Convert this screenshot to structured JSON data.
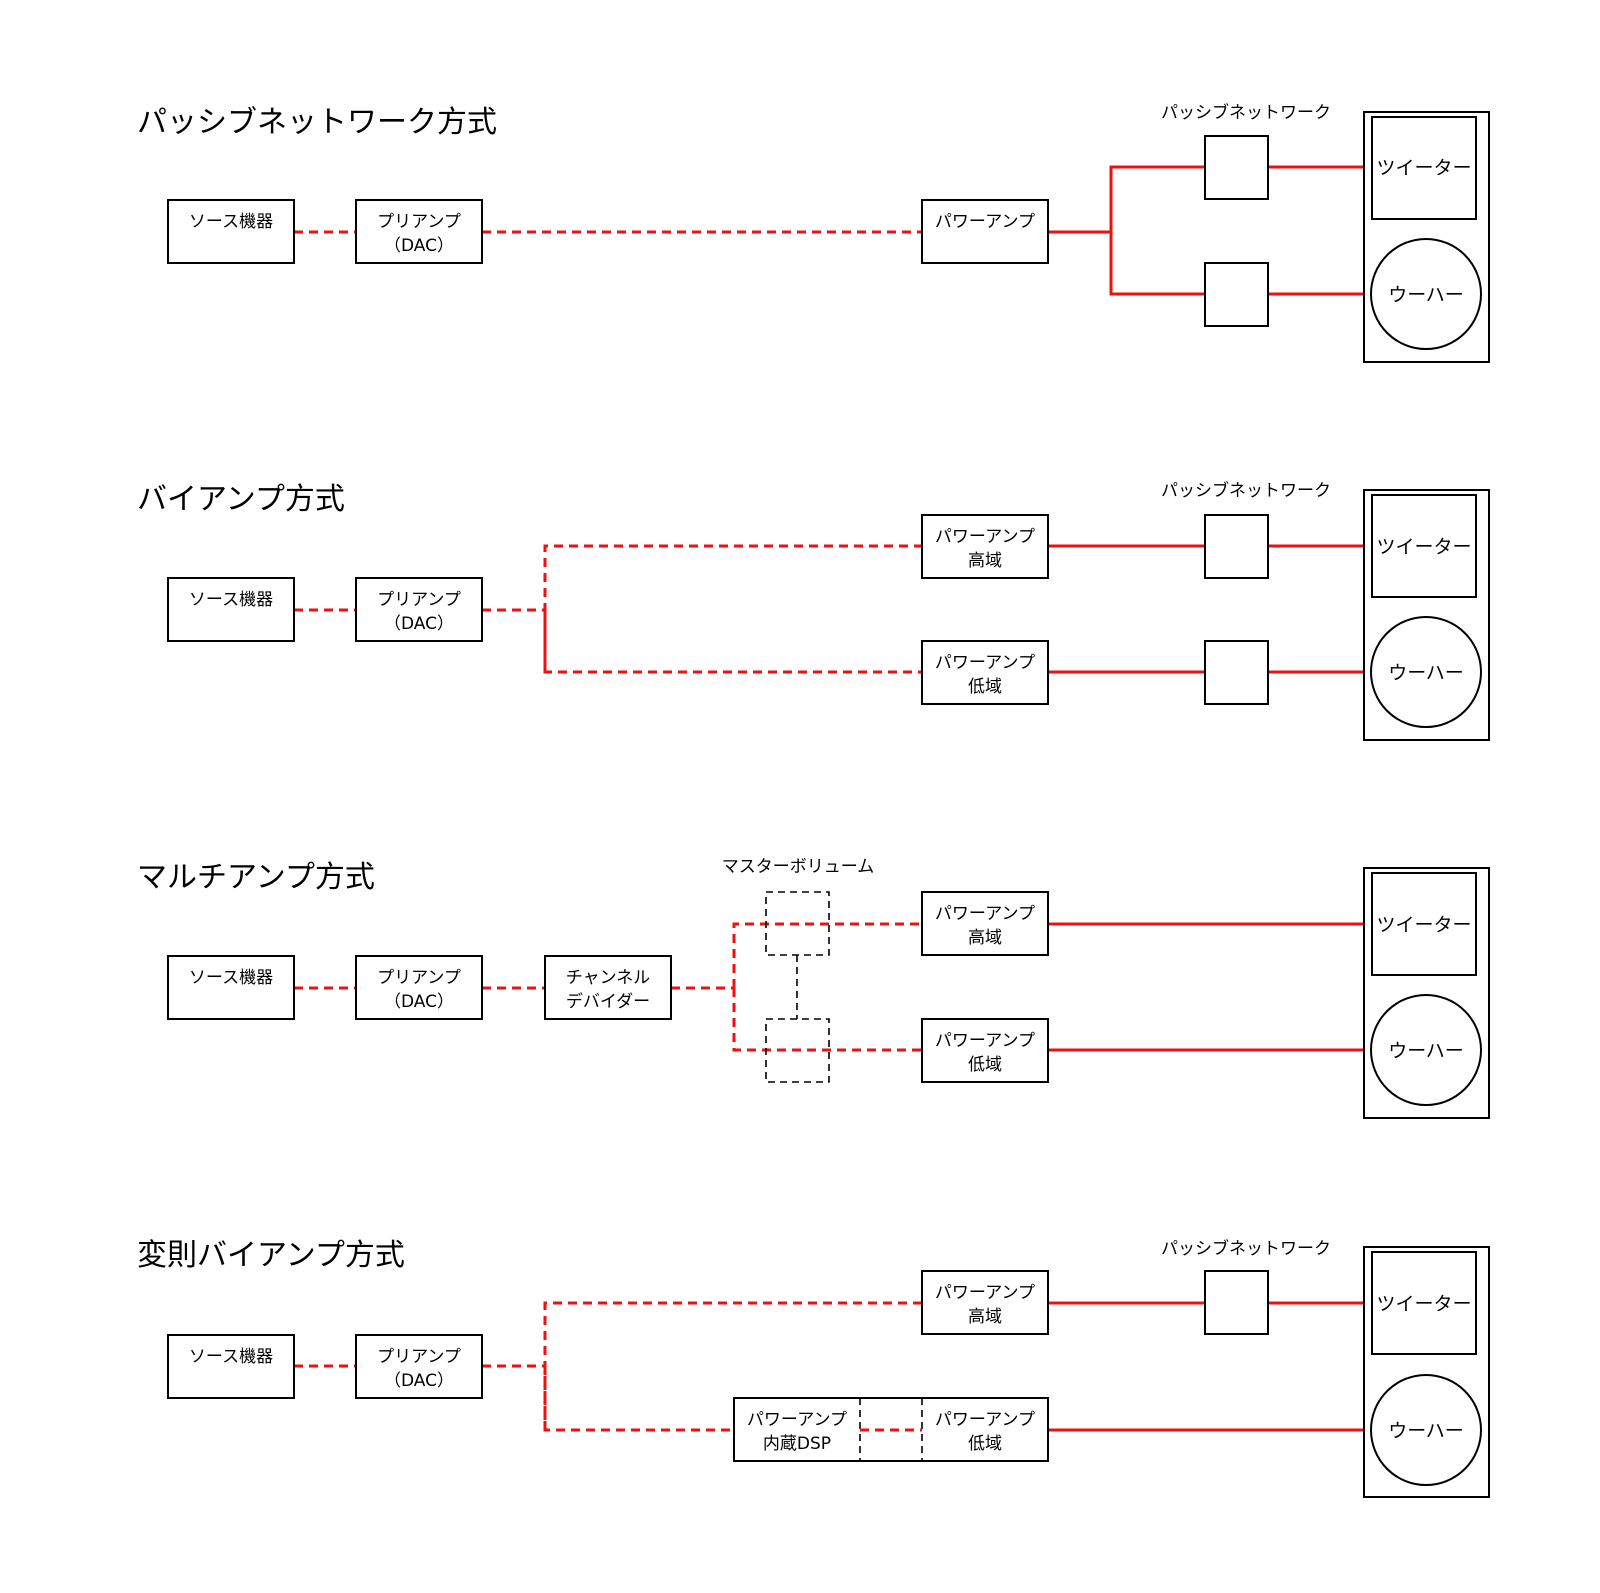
{
  "sections": [
    {
      "title": "パッシブネットワーク方式"
    },
    {
      "title": "バイアンプ方式"
    },
    {
      "title": "マルチアンプ方式"
    },
    {
      "title": "変則バイアンプ方式"
    }
  ],
  "labels": {
    "source": "ソース機器",
    "preamp_line1": "プリアンプ",
    "preamp_line2": "（DAC）",
    "power_amp": "パワーアンプ",
    "high": "高域",
    "low": "低域",
    "passive_network": "パッシブネットワーク",
    "tweeter": "ツイーター",
    "woofer": "ウーハー",
    "channel_divider_line1": "チャンネル",
    "channel_divider_line2": "デバイダー",
    "master_volume": "マスターボリューム",
    "builtin_dsp": "内蔵DSP"
  },
  "colors": {
    "signal_line": "#ee1111",
    "outline": "#000000"
  }
}
